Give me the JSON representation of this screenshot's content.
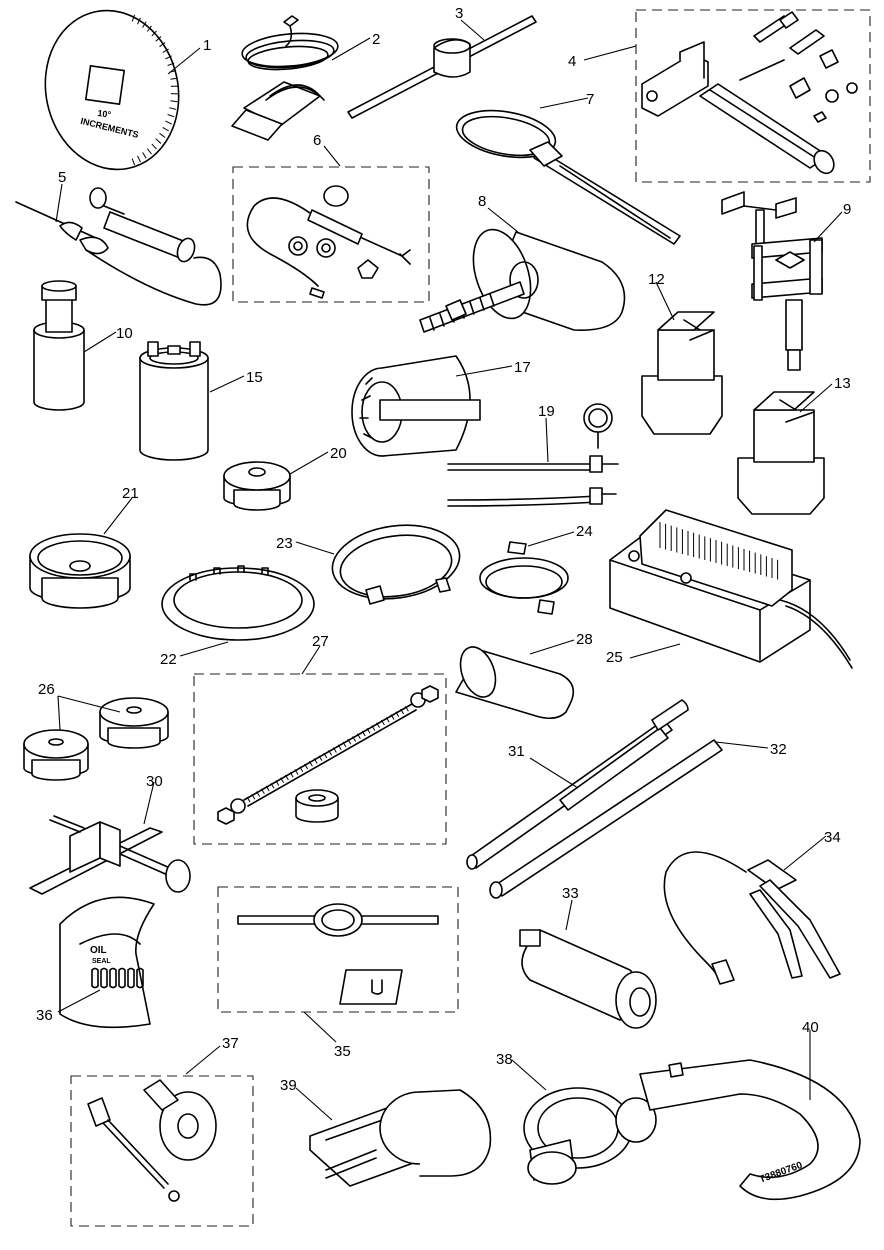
{
  "callouts": [
    {
      "id": "c1",
      "text": "1"
    },
    {
      "id": "c2",
      "text": "2"
    },
    {
      "id": "c3",
      "text": "3"
    },
    {
      "id": "c4",
      "text": "4"
    },
    {
      "id": "c5",
      "text": "5"
    },
    {
      "id": "c6",
      "text": "6"
    },
    {
      "id": "c7",
      "text": "7"
    },
    {
      "id": "c8",
      "text": "8"
    },
    {
      "id": "c9",
      "text": "9"
    },
    {
      "id": "c10",
      "text": "10"
    },
    {
      "id": "c12",
      "text": "12"
    },
    {
      "id": "c13",
      "text": "13"
    },
    {
      "id": "c15",
      "text": "15"
    },
    {
      "id": "c17",
      "text": "17"
    },
    {
      "id": "c19",
      "text": "19"
    },
    {
      "id": "c20",
      "text": "20"
    },
    {
      "id": "c21",
      "text": "21"
    },
    {
      "id": "c22",
      "text": "22"
    },
    {
      "id": "c23",
      "text": "23"
    },
    {
      "id": "c24",
      "text": "24"
    },
    {
      "id": "c25",
      "text": "25"
    },
    {
      "id": "c26",
      "text": "26"
    },
    {
      "id": "c27",
      "text": "27"
    },
    {
      "id": "c28",
      "text": "28"
    },
    {
      "id": "c30",
      "text": "30"
    },
    {
      "id": "c31",
      "text": "31"
    },
    {
      "id": "c32",
      "text": "32"
    },
    {
      "id": "c33",
      "text": "33"
    },
    {
      "id": "c34",
      "text": "34"
    },
    {
      "id": "c35",
      "text": "35"
    },
    {
      "id": "c36",
      "text": "36"
    },
    {
      "id": "c37",
      "text": "37"
    },
    {
      "id": "c38",
      "text": "38"
    },
    {
      "id": "c39",
      "text": "39"
    },
    {
      "id": "c40",
      "text": "40"
    }
  ],
  "tool_markings": {
    "degree_disc_line1": "10°",
    "degree_disc_line2": "INCREMENTS",
    "seal_guard_line1": "OIL",
    "seal_guard_line2": "SEAL",
    "spanner_part_number": "T3880760"
  }
}
